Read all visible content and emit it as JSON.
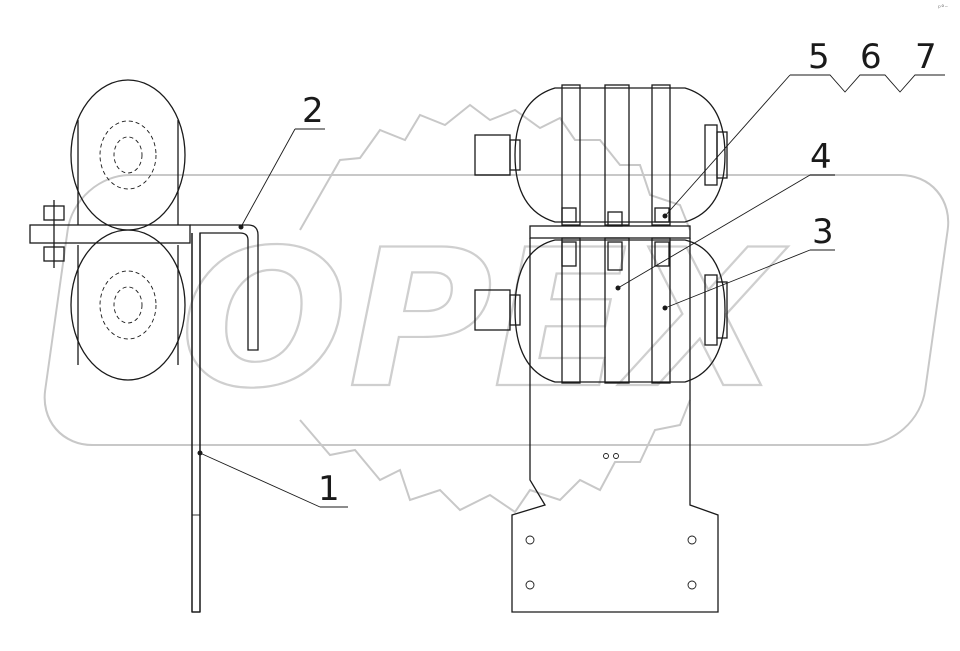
{
  "watermark": {
    "brand": "OPEX"
  },
  "corner_mark": "ᵖ°⁻",
  "callouts": [
    {
      "id": "1",
      "label": "1"
    },
    {
      "id": "2",
      "label": "2"
    },
    {
      "id": "3",
      "label": "3"
    },
    {
      "id": "4",
      "label": "4"
    },
    {
      "id": "5",
      "label": "5"
    },
    {
      "id": "6",
      "label": "6"
    },
    {
      "id": "7",
      "label": "7"
    }
  ]
}
